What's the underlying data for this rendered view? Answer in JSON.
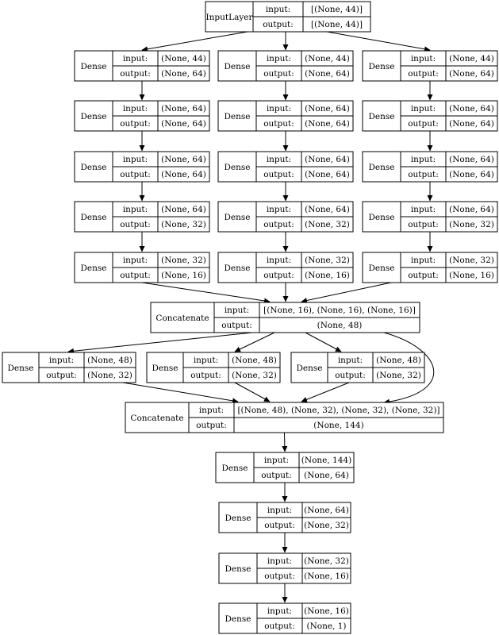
{
  "nodes": [
    {
      "id": "input_layer",
      "name": "InputLayer",
      "in_label": "input:",
      "out_label": "output:",
      "in": "[(None, 44)]",
      "out": "[(None, 44)]"
    },
    {
      "id": "a1",
      "name": "Dense",
      "in_label": "input:",
      "out_label": "output:",
      "in": "(None, 44)",
      "out": "(None, 64)"
    },
    {
      "id": "b1",
      "name": "Dense",
      "in_label": "input:",
      "out_label": "output:",
      "in": "(None, 44)",
      "out": "(None, 64)"
    },
    {
      "id": "c1",
      "name": "Dense",
      "in_label": "input:",
      "out_label": "output:",
      "in": "(None, 44)",
      "out": "(None, 64)"
    },
    {
      "id": "a2",
      "name": "Dense",
      "in_label": "input:",
      "out_label": "output:",
      "in": "(None, 64)",
      "out": "(None, 64)"
    },
    {
      "id": "b2",
      "name": "Dense",
      "in_label": "input:",
      "out_label": "output:",
      "in": "(None, 64)",
      "out": "(None, 64)"
    },
    {
      "id": "c2",
      "name": "Dense",
      "in_label": "input:",
      "out_label": "output:",
      "in": "(None, 64)",
      "out": "(None, 64)"
    },
    {
      "id": "a3",
      "name": "Dense",
      "in_label": "input:",
      "out_label": "output:",
      "in": "(None, 64)",
      "out": "(None, 64)"
    },
    {
      "id": "b3",
      "name": "Dense",
      "in_label": "input:",
      "out_label": "output:",
      "in": "(None, 64)",
      "out": "(None, 64)"
    },
    {
      "id": "c3",
      "name": "Dense",
      "in_label": "input:",
      "out_label": "output:",
      "in": "(None, 64)",
      "out": "(None, 64)"
    },
    {
      "id": "a4",
      "name": "Dense",
      "in_label": "input:",
      "out_label": "output:",
      "in": "(None, 64)",
      "out": "(None, 32)"
    },
    {
      "id": "b4",
      "name": "Dense",
      "in_label": "input:",
      "out_label": "output:",
      "in": "(None, 64)",
      "out": "(None, 32)"
    },
    {
      "id": "c4",
      "name": "Dense",
      "in_label": "input:",
      "out_label": "output:",
      "in": "(None, 64)",
      "out": "(None, 32)"
    },
    {
      "id": "a5",
      "name": "Dense",
      "in_label": "input:",
      "out_label": "output:",
      "in": "(None, 32)",
      "out": "(None, 16)"
    },
    {
      "id": "b5",
      "name": "Dense",
      "in_label": "input:",
      "out_label": "output:",
      "in": "(None, 32)",
      "out": "(None, 16)"
    },
    {
      "id": "c5",
      "name": "Dense",
      "in_label": "input:",
      "out_label": "output:",
      "in": "(None, 32)",
      "out": "(None, 16)"
    },
    {
      "id": "concat1",
      "name": "Concatenate",
      "in_label": "input:",
      "out_label": "output:",
      "in": "[(None, 16), (None, 16), (None, 16)]",
      "out": "(None, 48)"
    },
    {
      "id": "d1",
      "name": "Dense",
      "in_label": "input:",
      "out_label": "output:",
      "in": "(None, 48)",
      "out": "(None, 32)"
    },
    {
      "id": "d2",
      "name": "Dense",
      "in_label": "input:",
      "out_label": "output:",
      "in": "(None, 48)",
      "out": "(None, 32)"
    },
    {
      "id": "d3",
      "name": "Dense",
      "in_label": "input:",
      "out_label": "output:",
      "in": "(None, 48)",
      "out": "(None, 32)"
    },
    {
      "id": "concat2",
      "name": "Concatenate",
      "in_label": "input:",
      "out_label": "output:",
      "in": "[(None, 48), (None, 32), (None, 32), (None, 32)]",
      "out": "(None, 144)"
    },
    {
      "id": "e1",
      "name": "Dense",
      "in_label": "input:",
      "out_label": "output:",
      "in": "(None, 144)",
      "out": "(None, 64)"
    },
    {
      "id": "e2",
      "name": "Dense",
      "in_label": "input:",
      "out_label": "output:",
      "in": "(None, 64)",
      "out": "(None, 32)"
    },
    {
      "id": "e3",
      "name": "Dense",
      "in_label": "input:",
      "out_label": "output:",
      "in": "(None, 32)",
      "out": "(None, 16)"
    },
    {
      "id": "e4",
      "name": "Dense",
      "in_label": "input:",
      "out_label": "output:",
      "in": "(None, 16)",
      "out": "(None, 1)"
    }
  ],
  "edges": [
    [
      "input_layer",
      "a1"
    ],
    [
      "input_layer",
      "b1"
    ],
    [
      "input_layer",
      "c1"
    ],
    [
      "a1",
      "a2"
    ],
    [
      "a2",
      "a3"
    ],
    [
      "a3",
      "a4"
    ],
    [
      "a4",
      "a5"
    ],
    [
      "b1",
      "b2"
    ],
    [
      "b2",
      "b3"
    ],
    [
      "b3",
      "b4"
    ],
    [
      "b4",
      "b5"
    ],
    [
      "c1",
      "c2"
    ],
    [
      "c2",
      "c3"
    ],
    [
      "c3",
      "c4"
    ],
    [
      "c4",
      "c5"
    ],
    [
      "a5",
      "concat1"
    ],
    [
      "b5",
      "concat1"
    ],
    [
      "c5",
      "concat1"
    ],
    [
      "concat1",
      "d1"
    ],
    [
      "concat1",
      "d2"
    ],
    [
      "concat1",
      "d3"
    ],
    [
      "concat1",
      "concat2"
    ],
    [
      "d1",
      "concat2"
    ],
    [
      "d2",
      "concat2"
    ],
    [
      "d3",
      "concat2"
    ],
    [
      "concat2",
      "e1"
    ],
    [
      "e1",
      "e2"
    ],
    [
      "e2",
      "e3"
    ],
    [
      "e3",
      "e4"
    ]
  ]
}
